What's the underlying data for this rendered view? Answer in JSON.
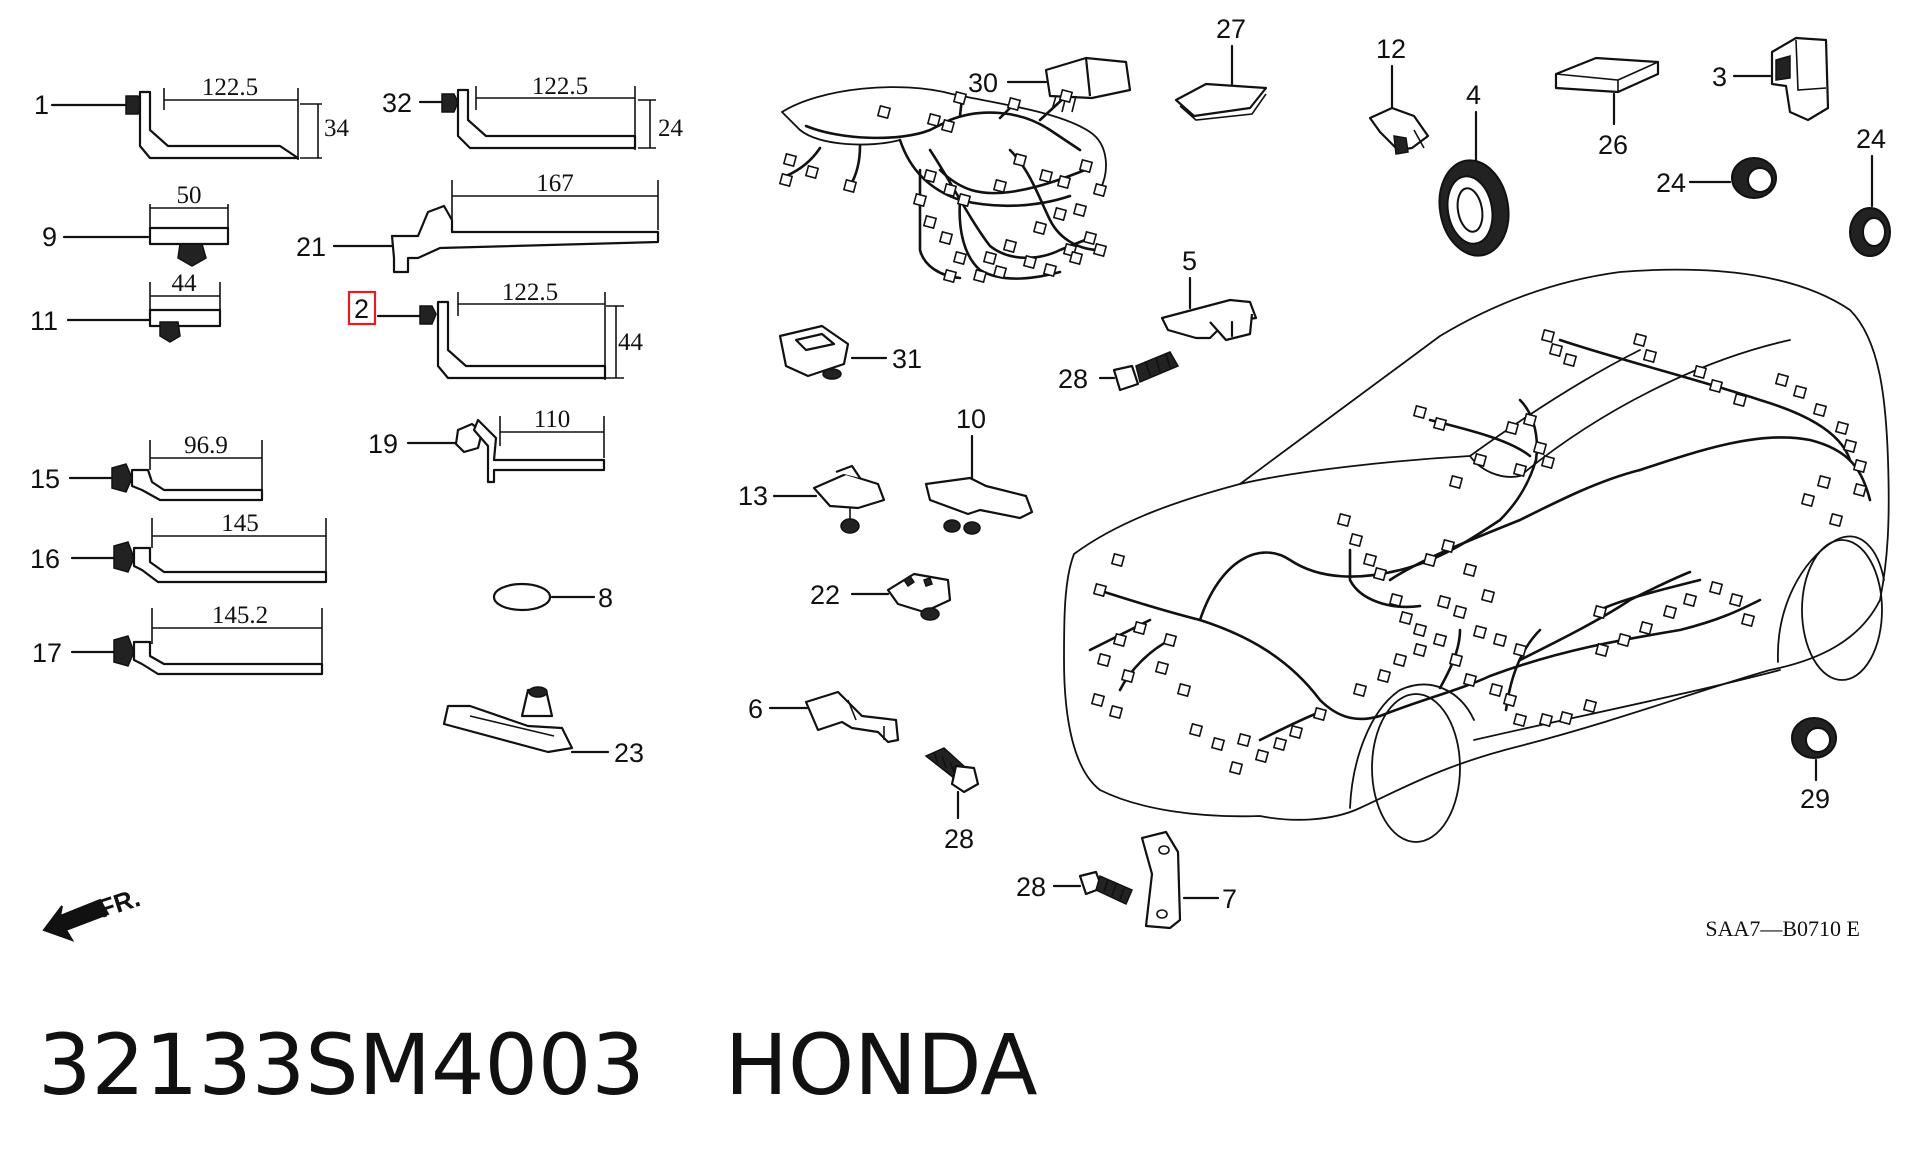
{
  "callouts": {
    "p1": "1",
    "p32": "32",
    "p9": "9",
    "p21": "21",
    "p11": "11",
    "p2": "2",
    "p19": "19",
    "p15": "15",
    "p16": "16",
    "p17": "17",
    "p8": "8",
    "p23": "23",
    "p30": "30",
    "p27": "27",
    "p12": "12",
    "p4": "4",
    "p26": "26",
    "p3": "3",
    "p24a": "24",
    "p24b": "24",
    "p5": "5",
    "p28a": "28",
    "p31": "31",
    "p10": "10",
    "p13": "13",
    "p22": "22",
    "p6": "6",
    "p28b": "28",
    "p28c": "28",
    "p7": "7",
    "p29": "29"
  },
  "dimensions": {
    "d1_len": "122.5",
    "d1_h": "34",
    "d32_len": "122.5",
    "d32_h": "24",
    "d9_len": "50",
    "d21_len": "167",
    "d11_len": "44",
    "d2_len": "122.5",
    "d2_h": "44",
    "d19_len": "110",
    "d15_len": "96.9",
    "d16_len": "145",
    "d17_len": "145.2"
  },
  "direction_label": "FR.",
  "drawing_code": "SAA7—B0710 E",
  "highlight_color": "#e02020",
  "footer": {
    "part_number": "32133SM4003",
    "brand": "HONDA"
  }
}
